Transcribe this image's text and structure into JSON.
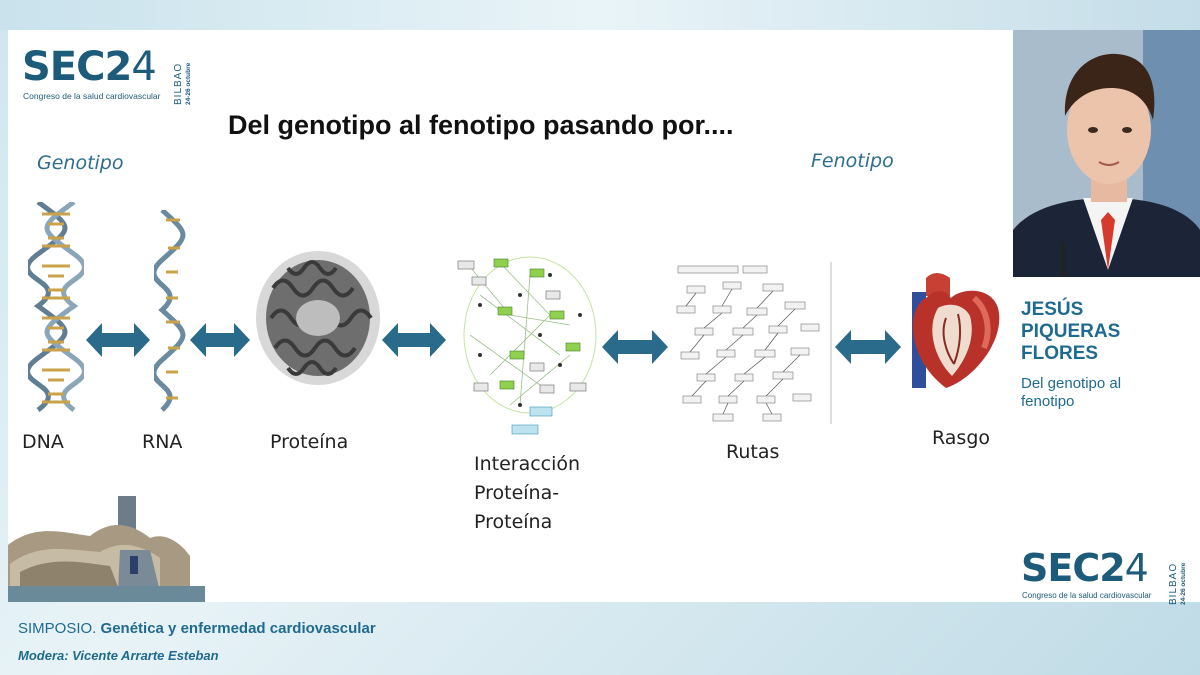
{
  "slide": {
    "title": "Del genotipo al fenotipo pasando por....",
    "genotype_label": "Genotipo",
    "phenotype_label": "Fenotipo",
    "stages": [
      "DNA",
      "RNA",
      "Proteína",
      "Interacción Proteína-Proteína",
      "Rutas",
      "Rasgo"
    ],
    "stage_lines": {
      "interaction": [
        "Interacción",
        "Proteína-",
        "Proteína"
      ]
    }
  },
  "logo": {
    "brand": "SEC24",
    "brand_main": "SEC2",
    "brand_num": "4",
    "subtitle": "Congreso de la salud cardiovascular",
    "city": "BILBAO",
    "dates": "24-26 octubre"
  },
  "speaker": {
    "name_lines": [
      "JESÚS",
      "PIQUERAS",
      "FLORES"
    ],
    "topic_lines": [
      "Del genotipo al",
      "fenotipo"
    ]
  },
  "footer": {
    "session_prefix": "SIMPOSIO.",
    "session_title": "Genética y enfermedad cardiovascular",
    "moderator": "Modera: Vicente Arrarte Esteban"
  },
  "colors": {
    "accent": "#1f6b8f",
    "arrow": "#2a6a8a",
    "brand": "#1d5b7a"
  },
  "icons": [
    "dna-double-helix-icon",
    "rna-strand-icon",
    "protein-structure-icon",
    "interaction-network-icon",
    "pathway-diagram-icon",
    "heart-anatomy-icon",
    "guggenheim-photo"
  ]
}
